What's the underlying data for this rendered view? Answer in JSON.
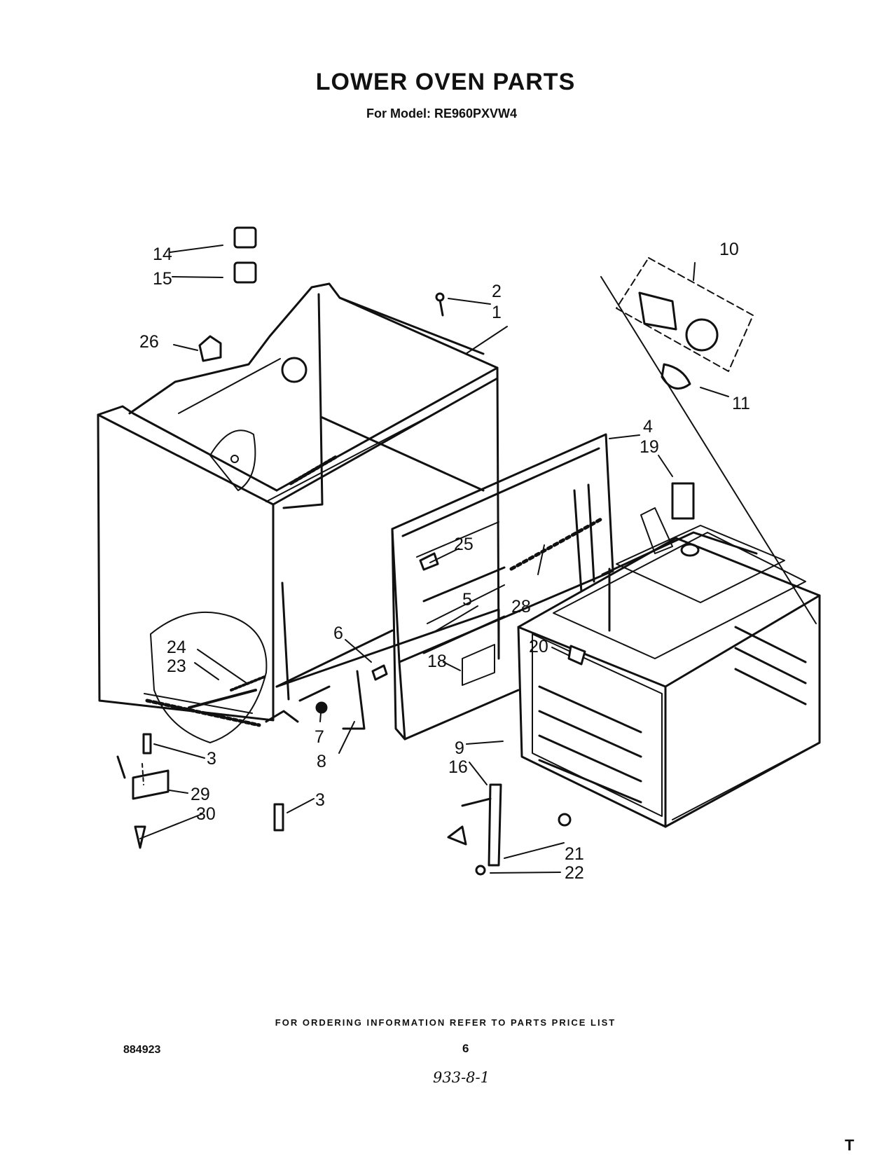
{
  "header": {
    "title": "LOWER OVEN PARTS",
    "subtitle": "For Model: RE960PXVW4"
  },
  "callouts": [
    "1",
    "2",
    "3",
    "3",
    "4",
    "5",
    "6",
    "7",
    "8",
    "9",
    "10",
    "11",
    "14",
    "15",
    "16",
    "18",
    "19",
    "20",
    "21",
    "22",
    "23",
    "24",
    "25",
    "26",
    "28",
    "29",
    "30"
  ],
  "footer": {
    "note": "FOR ORDERING INFORMATION REFER TO PARTS PRICE LIST",
    "page_number": "6",
    "doc_number": "884923",
    "handwritten": "933-8-1",
    "corner_mark": "T"
  }
}
